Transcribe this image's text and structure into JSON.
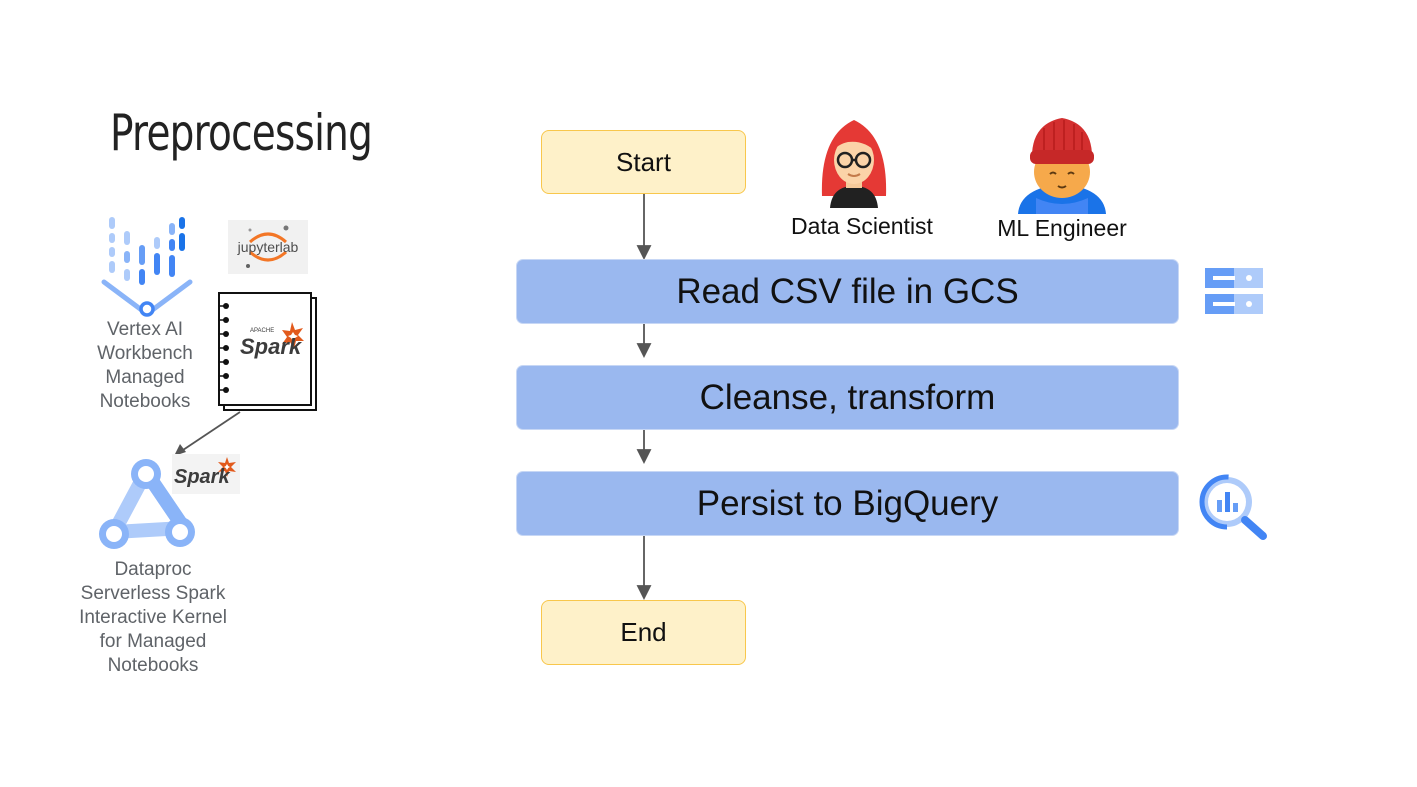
{
  "title": "Preprocessing",
  "left": {
    "workbench_caption": "Vertex AI\nWorkbench\nManaged\nNotebooks",
    "jupyter_label": "jupyterlab",
    "spark_logo_text": "Spark",
    "spark_logo_prefix": "APACHE",
    "dataproc_caption": "Dataproc\nServerless Spark\nInteractive Kernel\nfor Managed\nNotebooks"
  },
  "flow": {
    "start": "Start",
    "steps": [
      "Read CSV file in GCS",
      "Cleanse, transform",
      "Persist to BigQuery"
    ],
    "end": "End"
  },
  "roles": [
    "Data Scientist",
    "ML Engineer"
  ],
  "icons": {
    "workbench": "vertex-ai-workbench-icon",
    "jupyter": "jupyterlab-logo",
    "notebook": "spark-notebook-icon",
    "dataproc": "dataproc-icon",
    "gcs": "cloud-storage-icon",
    "bigquery": "bigquery-icon"
  },
  "colors": {
    "terminal_fill": "#fef1c9",
    "terminal_border": "#f8c74c",
    "step_fill": "#9ab8ef",
    "google_blue": "#4285f4",
    "light_blue": "#aecbfa",
    "spark_orange": "#e25a1c"
  }
}
